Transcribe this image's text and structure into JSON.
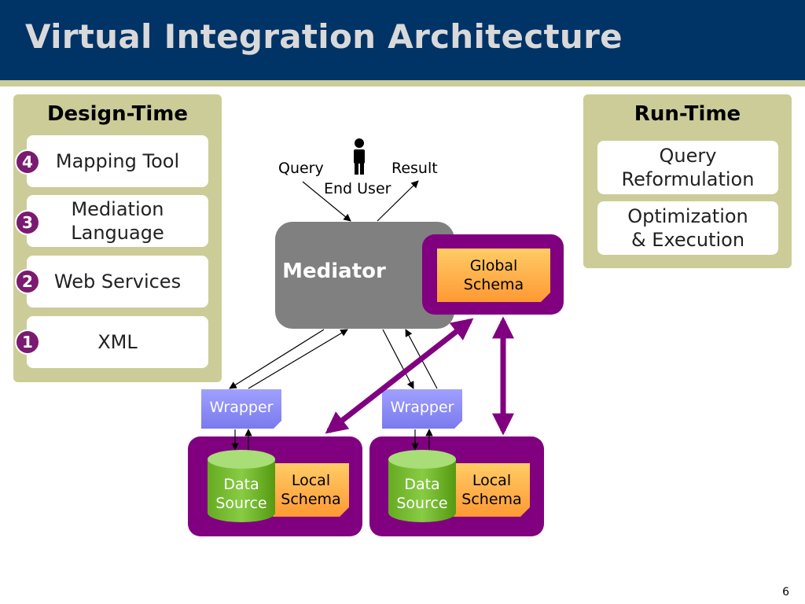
{
  "slide": {
    "title": "Virtual Integration Architecture",
    "page_number": "6"
  },
  "design_time": {
    "title": "Design-Time",
    "layers": [
      {
        "number": "4",
        "label": "Mapping Tool"
      },
      {
        "number": "3",
        "label": "Mediation\nLanguage"
      },
      {
        "number": "2",
        "label": "Web Services"
      },
      {
        "number": "1",
        "label": "XML"
      }
    ]
  },
  "run_time": {
    "title": "Run-Time",
    "items": [
      "Query\nReformulation",
      "Optimization\n& Execution"
    ]
  },
  "diagram": {
    "end_user": "End User",
    "query": "Query",
    "result": "Result",
    "mediator": "Mediator",
    "global_schema": "Global\nSchema",
    "wrapper": "Wrapper",
    "data_source": "Data\nSource",
    "local_schema": "Local\nSchema"
  },
  "colors": {
    "title_bar": "#003366",
    "accent_purple": "#800080",
    "panel_khaki": "#cccc99",
    "mediator_gray": "#808080",
    "schema_orange": "#ff9933",
    "wrapper_blue": "#8888f0",
    "data_source_green": "#77bb33"
  }
}
